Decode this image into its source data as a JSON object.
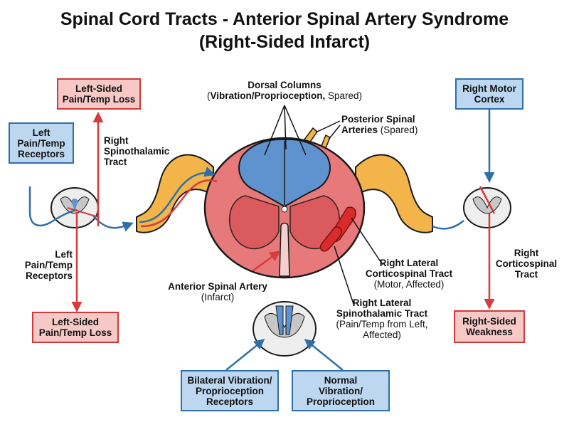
{
  "title": {
    "line1": "Spinal Cord Tracts - Anterior Spinal Artery Syndrome",
    "line2": "(Right-Sided Infarct)"
  },
  "boxes": {
    "top_left_loss": [
      "Left-Sided",
      "Pain/Temp Loss"
    ],
    "left_receptors": [
      "Left",
      "Pain/Temp",
      "Receptors"
    ],
    "bottom_left_loss": [
      "Left-Sided",
      "Pain/Temp Loss"
    ],
    "right_motor": [
      "Right Motor",
      "Cortex"
    ],
    "right_weakness": [
      "Right-Sided",
      "Weakness"
    ],
    "bilateral_receptors": [
      "Bilateral Vibration/",
      "Proprioception",
      "Receptors"
    ],
    "normal_vibration": [
      "Normal",
      "Vibration/",
      "Proprioception"
    ]
  },
  "labels": {
    "right_spinothalamic": [
      "Right",
      "Spinothalamic",
      "Tract"
    ],
    "left_receptors_plain": [
      "Left",
      "Pain/Temp",
      "Receptors"
    ],
    "dorsal_columns_title": "Dorsal Columns",
    "dorsal_columns_sub_bold": "Vibration/Proprioception,",
    "dorsal_columns_sub_normal": "Spared",
    "posterior_spinal_1": "Posterior Spinal",
    "posterior_spinal_2_bold": "Arteries",
    "posterior_spinal_2_normal": "(Spared)",
    "anterior_spinal_artery": "Anterior Spinal Artery",
    "anterior_spinal_infarct": "(Infarct)",
    "right_lateral_cst": [
      "Right Lateral",
      "Corticospinal Tract"
    ],
    "right_lateral_cst_note": "(Motor, Affected)",
    "right_lateral_stt": [
      "Right Lateral",
      "Spinothalamic Tract"
    ],
    "right_lateral_stt_note": [
      "(Pain/Temp from Left,",
      "Affected)"
    ],
    "right_corticospinal": [
      "Right",
      "Corticospinal",
      "Tract"
    ]
  },
  "colors": {
    "red": "#d63c3c",
    "red_fill": "#f6c9c7",
    "blue": "#2f6fa8",
    "blue_fill": "#bcd7ef",
    "cord_red": "#e8797a",
    "dorsal_blue": "#5f93cf",
    "nerve_orange": "#f3b54a"
  }
}
